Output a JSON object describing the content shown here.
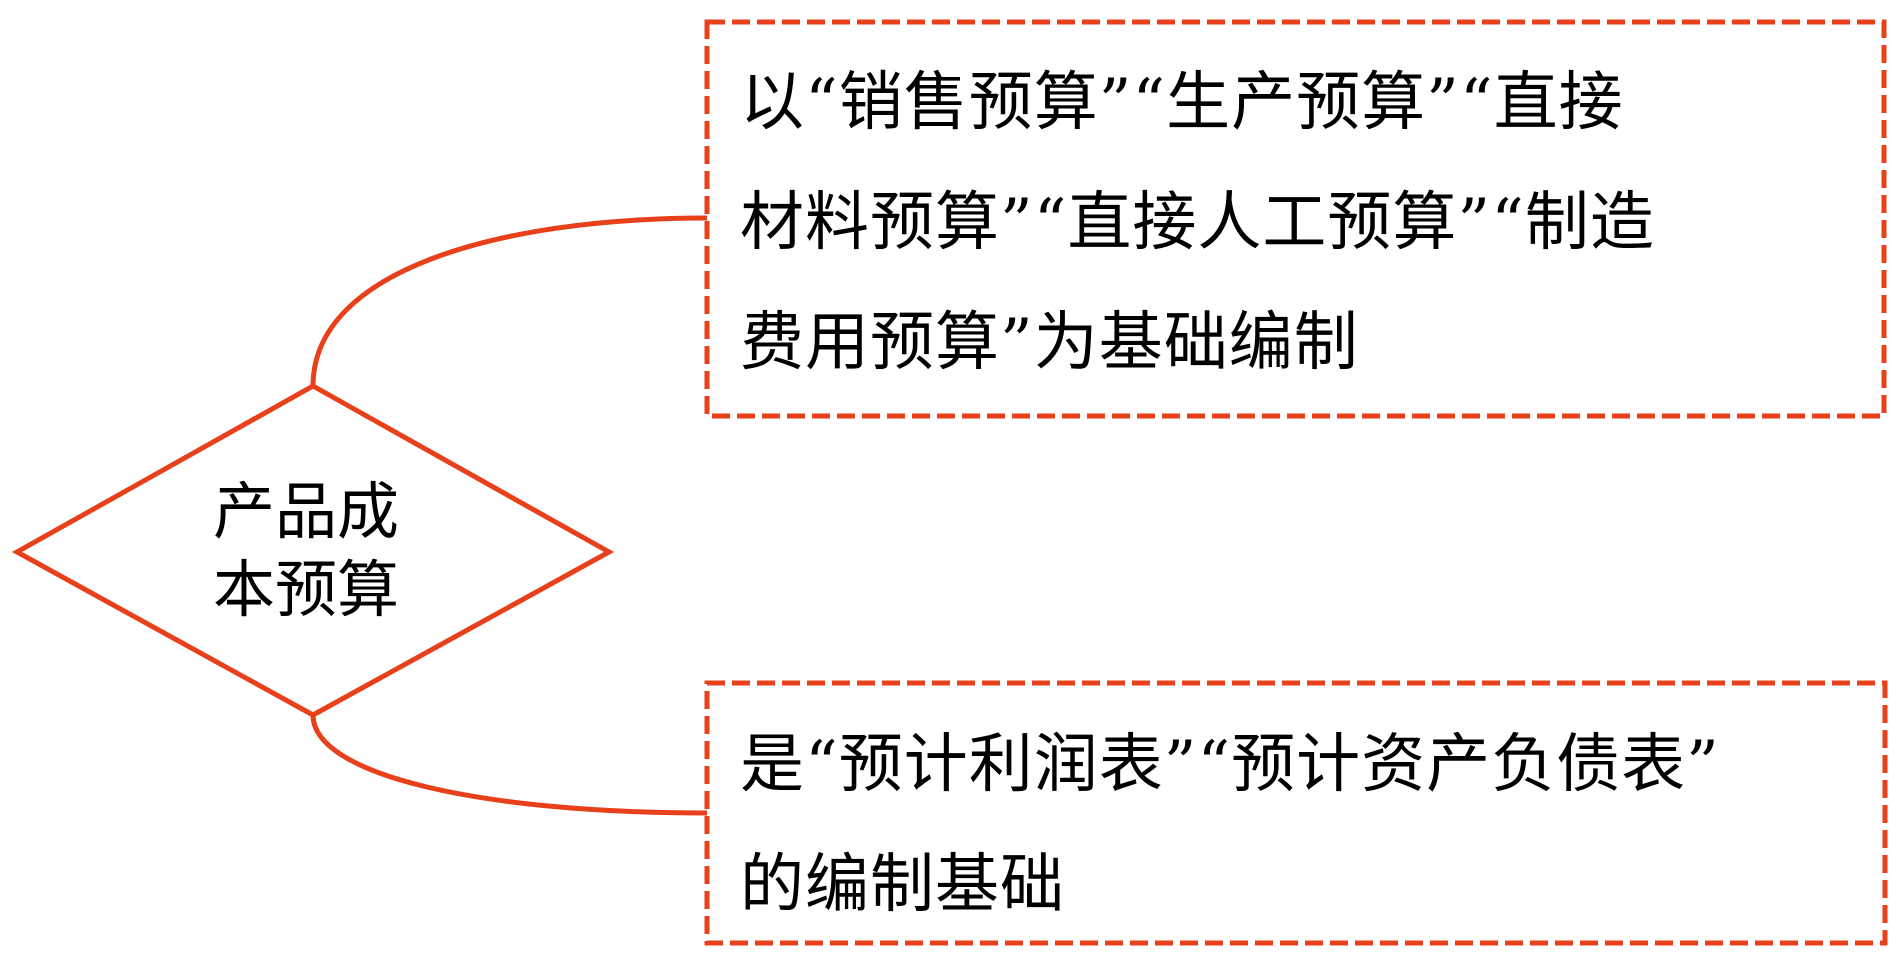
{
  "colors": {
    "accent": "#E8401A",
    "text": "#000000",
    "background": "#FFFFFF"
  },
  "center_node": {
    "shape": "diamond",
    "lines": [
      "产品成",
      "本预算"
    ]
  },
  "branches": [
    {
      "position": "top",
      "border": "dashed",
      "lines": [
        "以“销售预算”“生产预算”“直接",
        "材料预算”“直接人工预算”“制造",
        "费用预算”为基础编制"
      ]
    },
    {
      "position": "bottom",
      "border": "dashed",
      "lines": [
        "是“预计利润表”“预计资产负债表”",
        "的编制基础"
      ]
    }
  ]
}
